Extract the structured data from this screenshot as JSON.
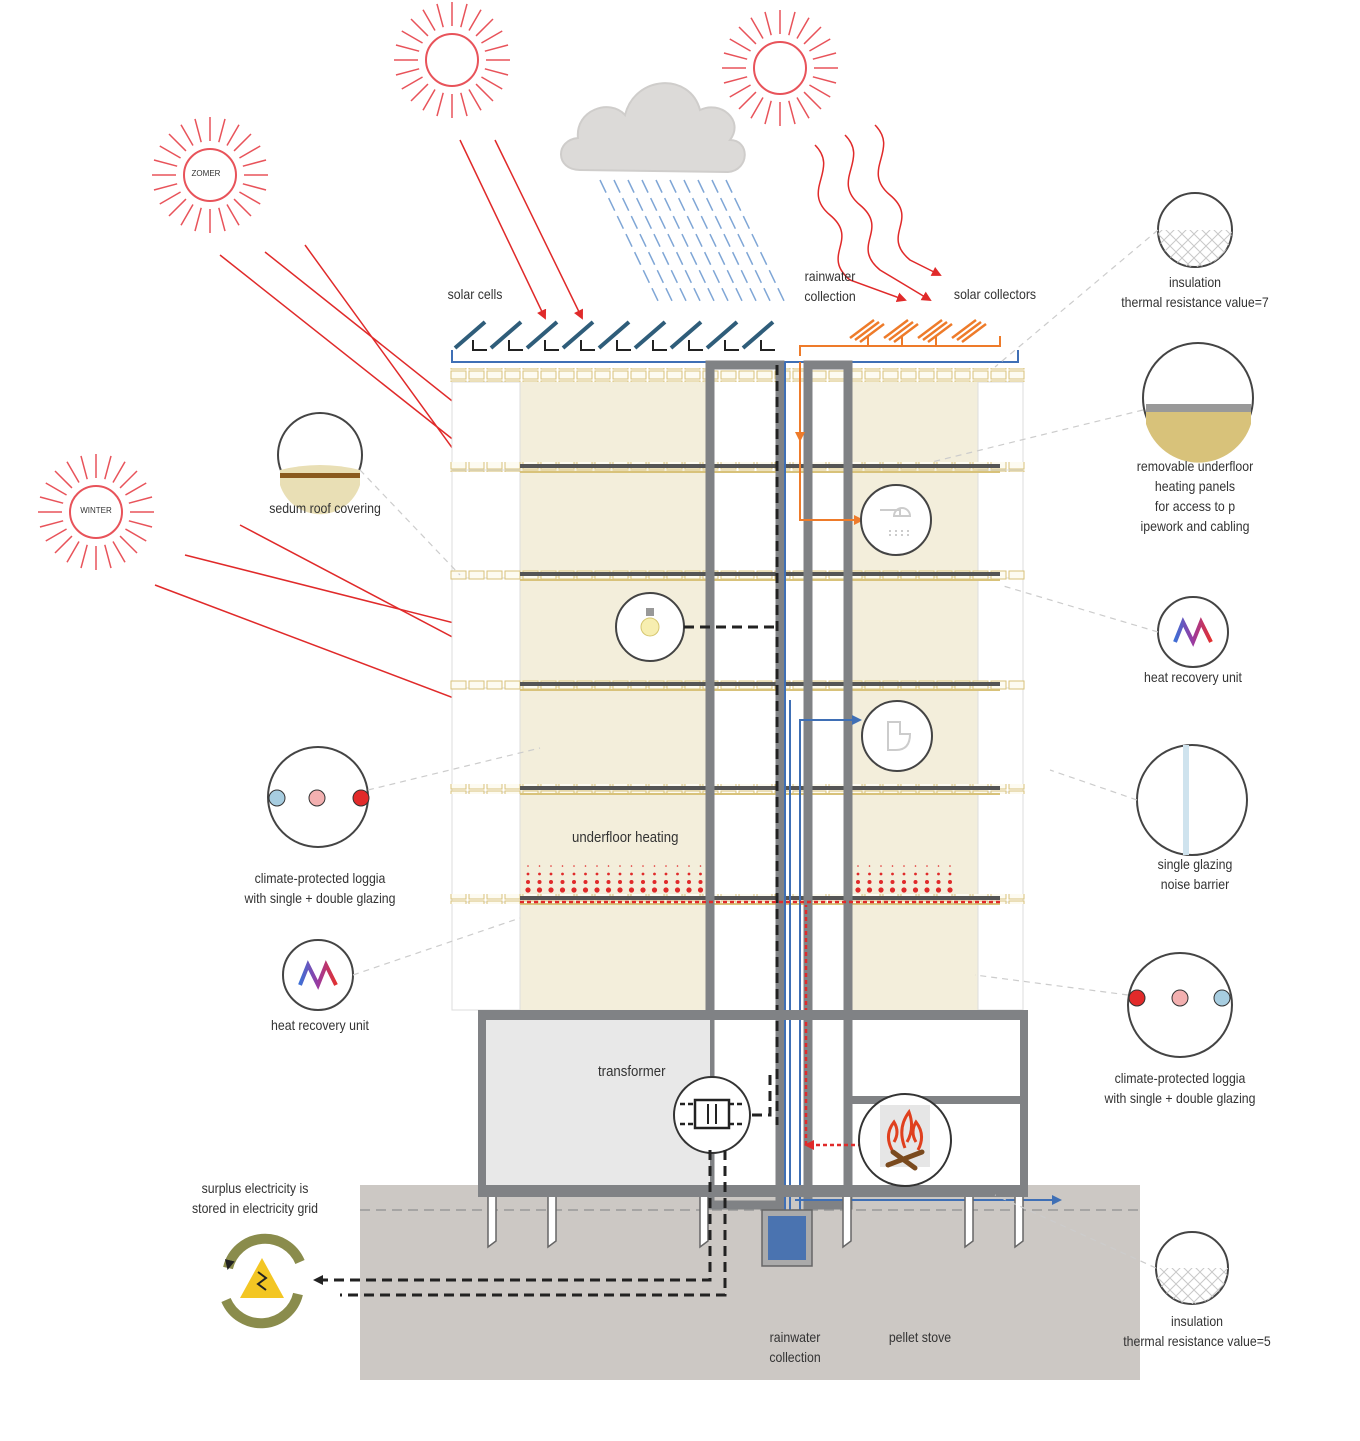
{
  "suns": [
    {
      "id": "zomer",
      "label": "ZOMER",
      "color": "#e8535a"
    },
    {
      "id": "winter",
      "label": "WINTER",
      "color": "#e8535a"
    },
    {
      "id": "top-left",
      "label": "",
      "color": "#e8535a"
    },
    {
      "id": "top-right",
      "label": "",
      "color": "#e8535a"
    }
  ],
  "roof_labels": {
    "solar_cells": "solar cells",
    "rainwater_collection": [
      "rainwater",
      "collection"
    ],
    "solar_collectors": "solar collectors"
  },
  "callouts_left": [
    {
      "id": "sedum",
      "icon": "sedum-roof-icon",
      "lines": [
        "sedum roof covering"
      ]
    },
    {
      "id": "loggia-left",
      "icon": "loggia-icon",
      "lines": [
        "climate-protected loggia",
        "with single + double glazing"
      ]
    },
    {
      "id": "hru-left",
      "icon": "heat-recovery-icon",
      "lines": [
        "heat recovery unit"
      ]
    }
  ],
  "callouts_right": [
    {
      "id": "insulation-top",
      "icon": "insulation-icon",
      "lines": [
        "insulation",
        "thermal resistance value=7"
      ]
    },
    {
      "id": "underfloor-panels",
      "icon": "floor-panel-icon",
      "lines": [
        "removable underfloor",
        "heating panels",
        "for access to p",
        "ipework and cabling"
      ]
    },
    {
      "id": "hru-right",
      "icon": "heat-recovery-icon",
      "lines": [
        "heat recovery unit"
      ]
    },
    {
      "id": "single-glazing",
      "icon": "noise-barrier-icon",
      "lines": [
        "single glazing",
        "noise barrier"
      ]
    },
    {
      "id": "loggia-right",
      "icon": "loggia-icon",
      "lines": [
        "climate-protected loggia",
        "with single + double glazing"
      ]
    },
    {
      "id": "insulation-bottom",
      "icon": "insulation-icon",
      "lines": [
        "insulation",
        "thermal resistance value=5"
      ]
    }
  ],
  "room_labels": {
    "underfloor_heating": "underfloor heating",
    "transformer": "transformer"
  },
  "ground_labels": {
    "surplus": [
      "surplus electricity is",
      "stored in electricity grid"
    ],
    "rainwater_collection": [
      "rainwater",
      "collection"
    ],
    "pellet_stove": "pellet stove"
  },
  "colors": {
    "sun_red": "#e8535a",
    "arrow_red": "#e02a2a",
    "rain_blue": "#7fa6d6",
    "pipe_blue": "#3f6fb5",
    "pipe_orange": "#ee7b2a",
    "floor_fill": "#f3eedb",
    "floor_gold": "#d8c27a",
    "structure": "#808285",
    "ground": "#ccc8c4",
    "grid_green": "#8a8c4c",
    "warning_yellow": "#f3c623",
    "cloud": "#dcdad8"
  }
}
